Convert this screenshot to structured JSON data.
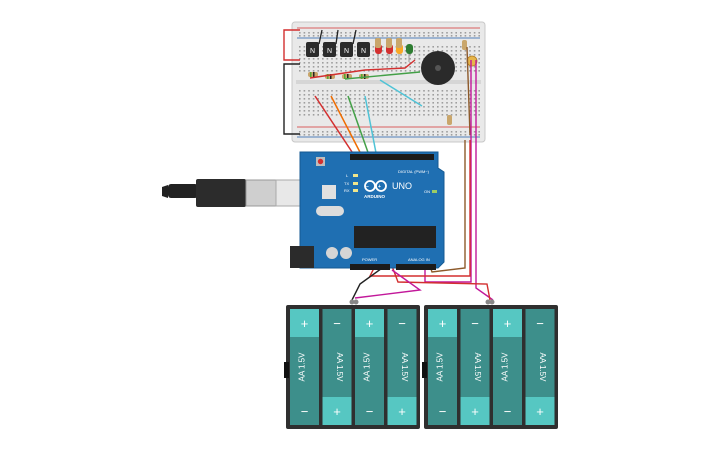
{
  "arduino": {
    "brand": "ARDUINO",
    "model": "UNO",
    "digital_label": "DIGITAL (PWM~)",
    "power_label": "POWER",
    "analog_label": "ANALOG IN",
    "led_l": "L",
    "led_tx": "TX",
    "led_rx": "RX",
    "on_label": "ON"
  },
  "breadboard": {
    "transistor_label": "N",
    "transistor_count": 4,
    "led_colors": [
      "#d32f2f",
      "#d32f2f",
      "#f9a825",
      "#2e7d32"
    ]
  },
  "battery_packs": [
    {
      "cells": [
        {
          "label": "AA 1.5V",
          "top": "+",
          "bottom": ""
        },
        {
          "label": "AA 1.5V",
          "top": "",
          "bottom": "+"
        },
        {
          "label": "AA 1.5V",
          "top": "+",
          "bottom": ""
        },
        {
          "label": "AA 1.5V",
          "top": "",
          "bottom": "+"
        }
      ]
    },
    {
      "cells": [
        {
          "label": "AA 1.5V",
          "top": "+",
          "bottom": ""
        },
        {
          "label": "AA 1.5V",
          "top": "",
          "bottom": "+"
        },
        {
          "label": "AA 1.5V",
          "top": "+",
          "bottom": ""
        },
        {
          "label": "AA 1.5V",
          "top": "",
          "bottom": "+"
        }
      ]
    }
  ],
  "colors": {
    "arduino_blue": "#1f6fb2",
    "breadboard": "#e9e9e9",
    "battery_body": "#2f2f2f",
    "cell_teal": "#3d8f8b",
    "cell_cap": "#56c7c2",
    "wire_red": "#d32f2f",
    "wire_orange": "#ef6c00",
    "wire_green": "#43a047",
    "wire_cyan": "#4fc3d6",
    "wire_brown": "#8d5a2b",
    "wire_magenta": "#c2189a",
    "wire_black": "#222222"
  }
}
